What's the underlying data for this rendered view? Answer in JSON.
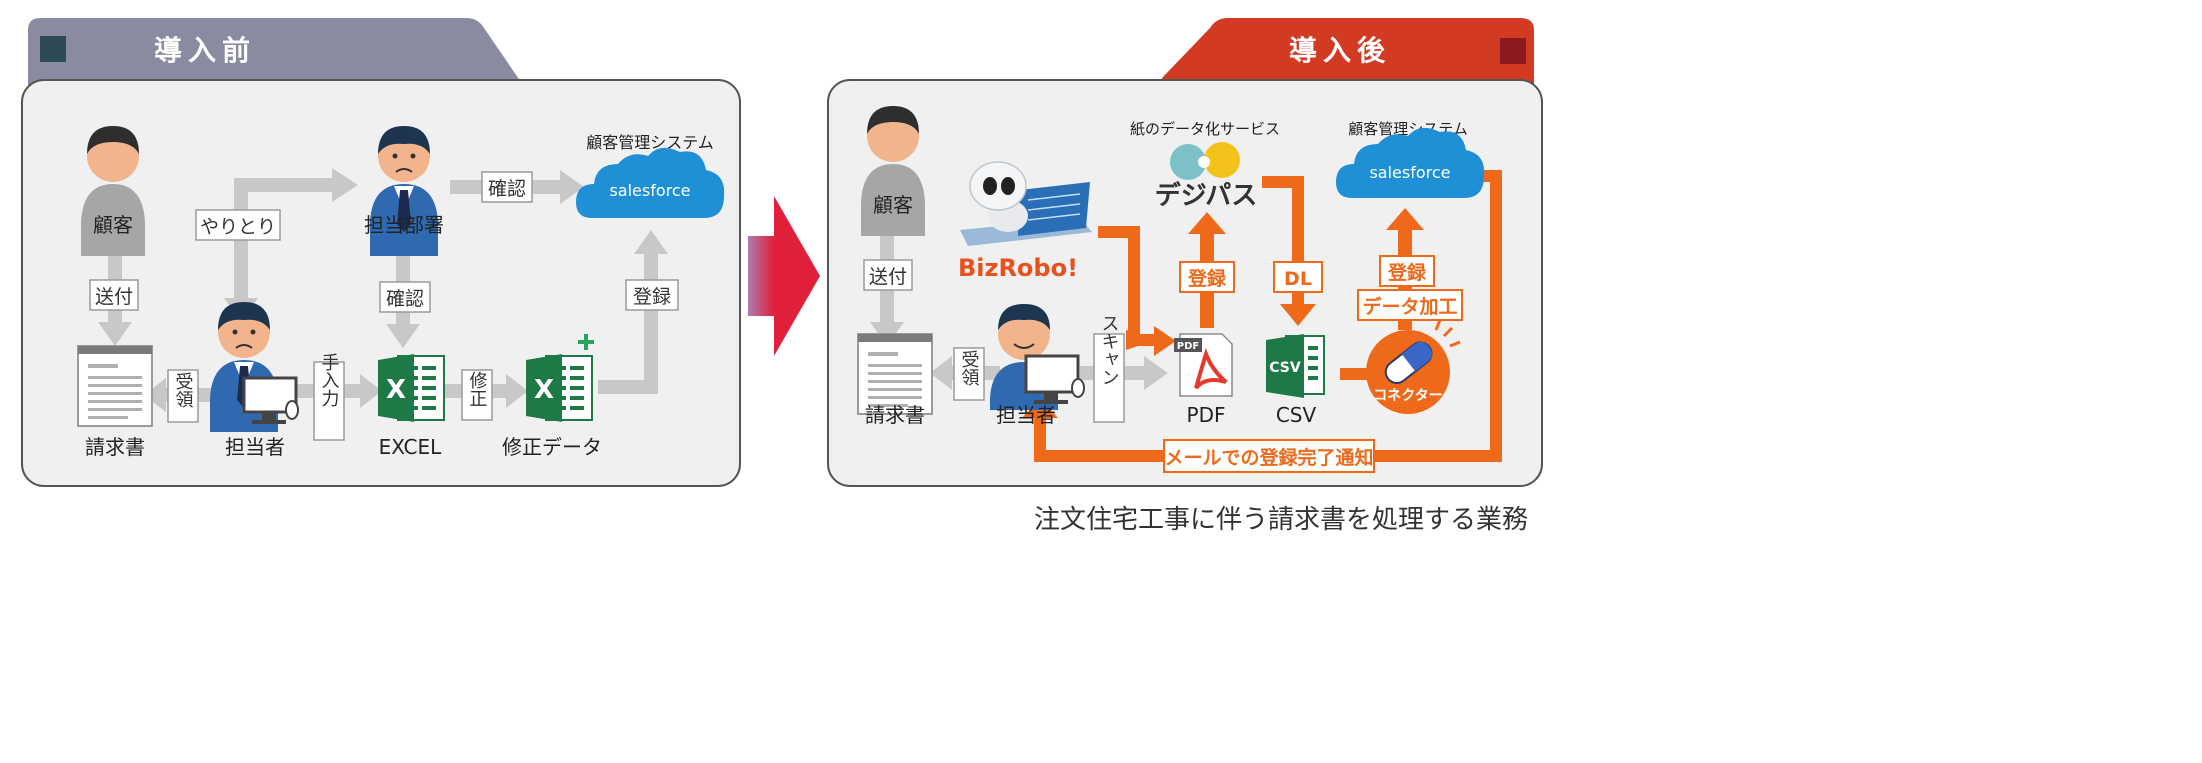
{
  "before": {
    "title": "導入前",
    "nodes": {
      "customer": "顧客",
      "department": "担当部署",
      "invoice": "請求書",
      "staff": "担当者",
      "excel": "EXCEL",
      "fixed_data": "修正データ",
      "crm_caption": "顧客管理システム",
      "crm_logo": "salesforce"
    },
    "arrows": {
      "send": "送付",
      "exchange": "やりとり",
      "confirm_top": "確認",
      "confirm_mid": "確認",
      "receive": "受領",
      "manual_input": "手入力",
      "fix": "修正",
      "register": "登録"
    }
  },
  "after": {
    "title": "導入後",
    "nodes": {
      "customer": "顧客",
      "invoice": "請求書",
      "staff": "担当者",
      "bizrobo_logo": "BizRobo!",
      "paper_service_caption": "紙のデータ化サービス",
      "dejipas_logo": "デジパス",
      "crm_caption": "顧客管理システム",
      "crm_logo": "salesforce",
      "pdf": "PDF",
      "csv": "CSV",
      "connector": "コネクター",
      "pdf_badge": "PDF",
      "csv_badge": "CSV"
    },
    "arrows": {
      "send": "送付",
      "receive": "受領",
      "scan": "スキャン",
      "register_pdf": "登録",
      "dl": "DL",
      "register_crm": "登録",
      "data_processing": "データ加工",
      "notify": "メールでの登録完了通知"
    }
  },
  "caption": "注文住宅工事に伴う請求書を処理する業務",
  "colors": {
    "before_header": "#8a8aa0",
    "after_header": "#d23a22",
    "orange": "#ee6a1a",
    "gray_arrow": "#c8c8c8",
    "salesforce": "#1f8fd6"
  }
}
